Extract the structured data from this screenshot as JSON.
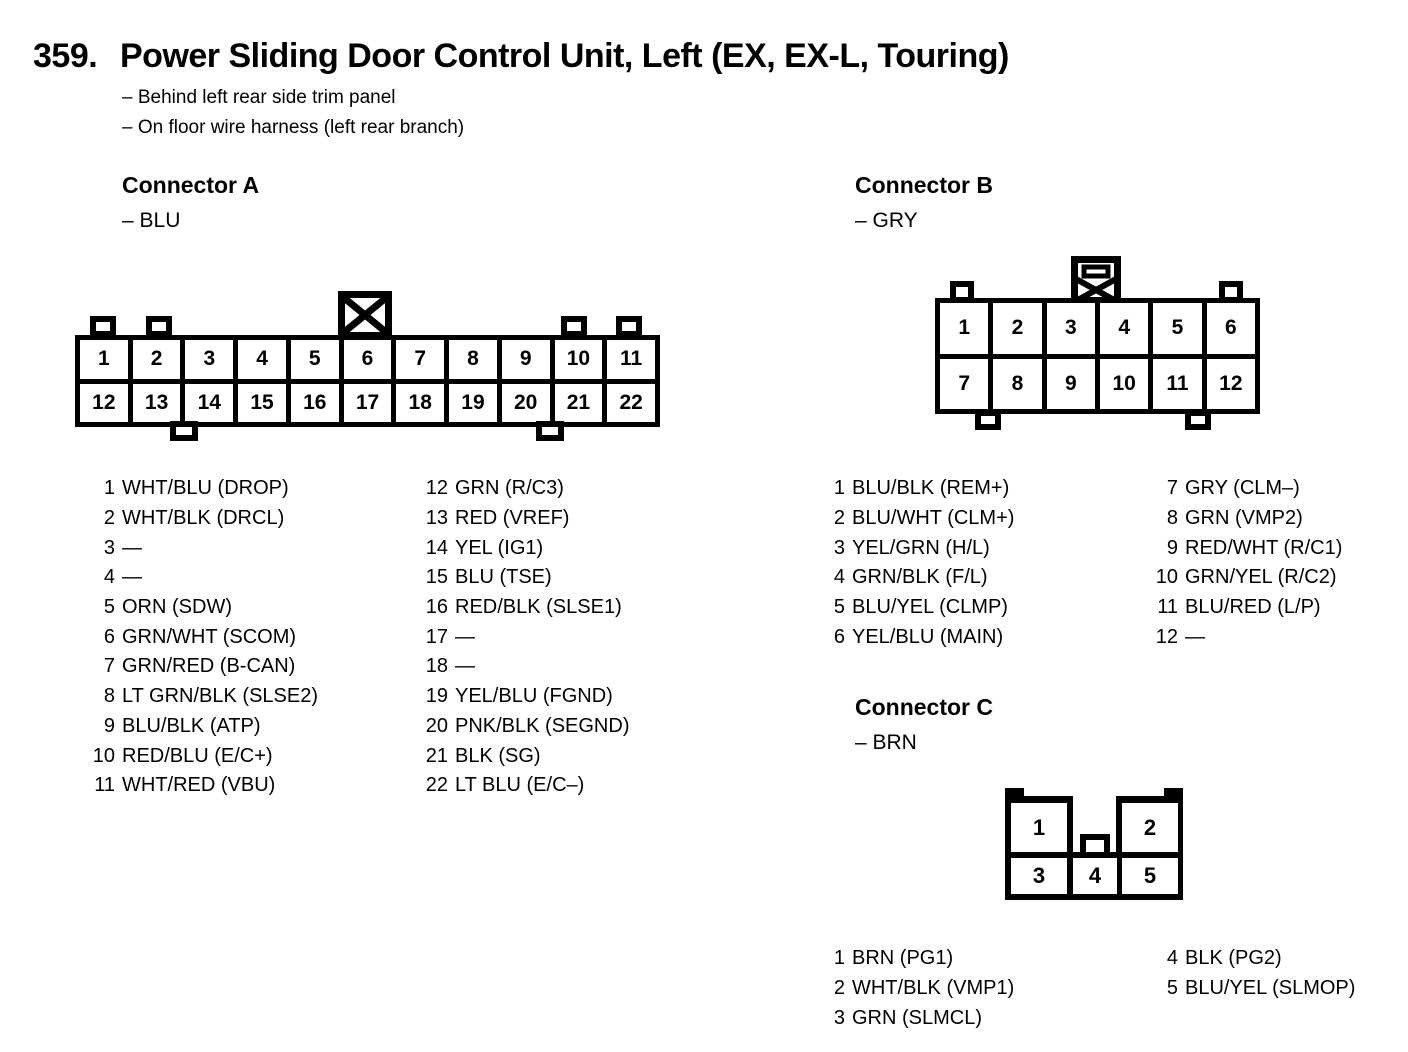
{
  "page": {
    "title_no": "359.",
    "title": "Power Sliding Door Control Unit, Left (EX, EX-L, Touring)",
    "note1": "– Behind left rear side trim panel",
    "note2": "– On floor wire harness (left rear branch)"
  },
  "connA": {
    "heading": "Connector A",
    "color": "– BLU",
    "cells": [
      "1",
      "2",
      "3",
      "4",
      "5",
      "6",
      "7",
      "8",
      "9",
      "10",
      "11",
      "12",
      "13",
      "14",
      "15",
      "16",
      "17",
      "18",
      "19",
      "20",
      "21",
      "22"
    ],
    "col1": [
      {
        "n": "1",
        "t": "WHT/BLU (DROP)"
      },
      {
        "n": "2",
        "t": "WHT/BLK (DRCL)"
      },
      {
        "n": "3",
        "t": "—"
      },
      {
        "n": "4",
        "t": "—"
      },
      {
        "n": "5",
        "t": "ORN (SDW)"
      },
      {
        "n": "6",
        "t": "GRN/WHT (SCOM)"
      },
      {
        "n": "7",
        "t": "GRN/RED (B-CAN)"
      },
      {
        "n": "8",
        "t": "LT GRN/BLK (SLSE2)"
      },
      {
        "n": "9",
        "t": "BLU/BLK (ATP)"
      },
      {
        "n": "10",
        "t": "RED/BLU (E/C+)"
      },
      {
        "n": "11",
        "t": "WHT/RED (VBU)"
      }
    ],
    "col2": [
      {
        "n": "12",
        "t": "GRN (R/C3)"
      },
      {
        "n": "13",
        "t": "RED (VREF)"
      },
      {
        "n": "14",
        "t": "YEL (IG1)"
      },
      {
        "n": "15",
        "t": "BLU (TSE)"
      },
      {
        "n": "16",
        "t": "RED/BLK (SLSE1)"
      },
      {
        "n": "17",
        "t": "—"
      },
      {
        "n": "18",
        "t": "—"
      },
      {
        "n": "19",
        "t": "YEL/BLU (FGND)"
      },
      {
        "n": "20",
        "t": "PNK/BLK (SEGND)"
      },
      {
        "n": "21",
        "t": "BLK (SG)"
      },
      {
        "n": "22",
        "t": "LT BLU (E/C–)"
      }
    ]
  },
  "connB": {
    "heading": "Connector B",
    "color": "– GRY",
    "cells": [
      "1",
      "2",
      "3",
      "4",
      "5",
      "6",
      "7",
      "8",
      "9",
      "10",
      "11",
      "12"
    ],
    "col1": [
      {
        "n": "1",
        "t": "BLU/BLK (REM+)"
      },
      {
        "n": "2",
        "t": "BLU/WHT (CLM+)"
      },
      {
        "n": "3",
        "t": "YEL/GRN (H/L)"
      },
      {
        "n": "4",
        "t": "GRN/BLK (F/L)"
      },
      {
        "n": "5",
        "t": "BLU/YEL (CLMP)"
      },
      {
        "n": "6",
        "t": "YEL/BLU (MAIN)"
      }
    ],
    "col2": [
      {
        "n": "7",
        "t": "GRY (CLM–)"
      },
      {
        "n": "8",
        "t": "GRN (VMP2)"
      },
      {
        "n": "9",
        "t": "RED/WHT (R/C1)"
      },
      {
        "n": "10",
        "t": "GRN/YEL (R/C2)"
      },
      {
        "n": "11",
        "t": "BLU/RED (L/P)"
      },
      {
        "n": "12",
        "t": "—"
      }
    ]
  },
  "connC": {
    "heading": "Connector C",
    "color": "– BRN",
    "cells": [
      "1",
      "2",
      "3",
      "4",
      "5"
    ],
    "col1": [
      {
        "n": "1",
        "t": "BRN (PG1)"
      },
      {
        "n": "2",
        "t": "WHT/BLK (VMP1)"
      },
      {
        "n": "3",
        "t": "GRN (SLMCL)"
      }
    ],
    "col2": [
      {
        "n": "4",
        "t": "BLK (PG2)"
      },
      {
        "n": "5",
        "t": "BLU/YEL (SLMOP)"
      }
    ]
  }
}
